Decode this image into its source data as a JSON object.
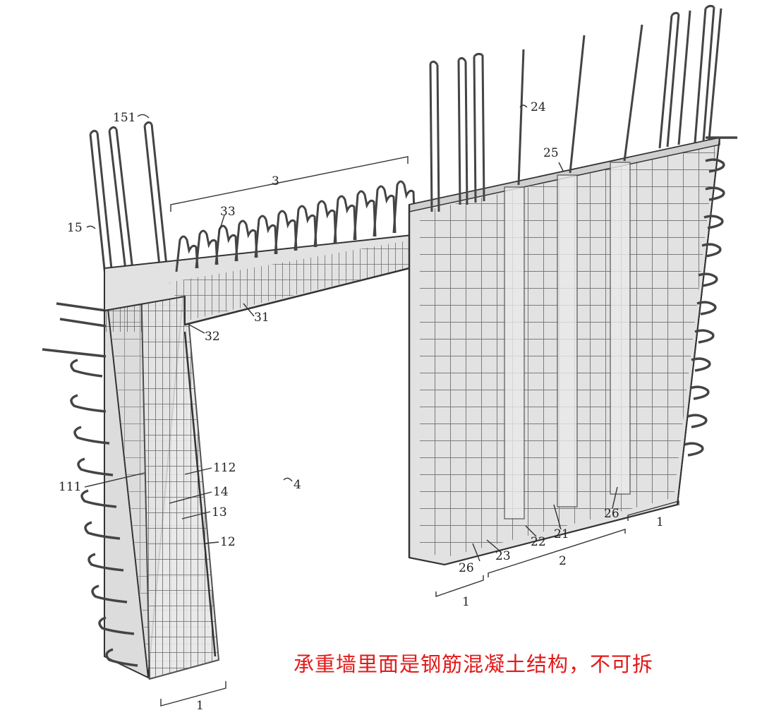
{
  "diagram": {
    "labels": {
      "l151": "151",
      "l15": "15",
      "l3": "3",
      "l33": "33",
      "l31": "31",
      "l32": "32",
      "l24": "24",
      "l25": "25",
      "l4": "4",
      "l111": "111",
      "l112": "112",
      "l14": "14",
      "l13": "13",
      "l12": "12",
      "l1_left": "1",
      "l26_left": "26",
      "l23": "23",
      "l22": "22",
      "l21": "21",
      "l26_right": "26",
      "l1_mid": "1",
      "l2": "2",
      "l1_right": "1"
    },
    "caption": "承重墙里面是钢筋混凝土结构，不可拆",
    "colors": {
      "concrete": "#e4e4e4",
      "concrete_dark": "#cfcfcf",
      "rebar": "#4a4a4a",
      "caption": "#e21a1a"
    }
  }
}
